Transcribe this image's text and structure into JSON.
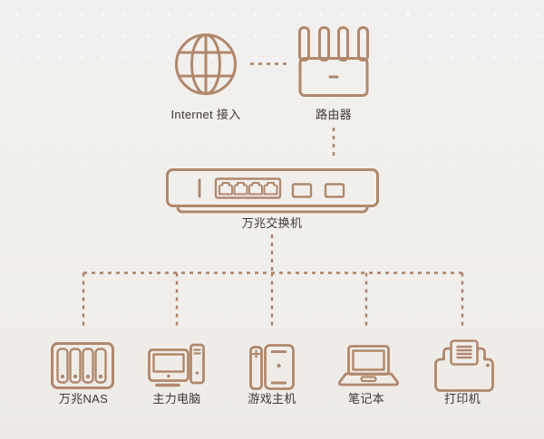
{
  "meta": {
    "title": "Home 10G network topology diagram",
    "diagram_type": "network-topology"
  },
  "colors": {
    "background": "#f1efec",
    "line_copper": "#b1886c",
    "dashed_link": "#ab8168",
    "label_text": "#3b3835"
  },
  "diagram": {
    "internet": {
      "icon": "globe-icon",
      "label": "Internet 接入"
    },
    "router": {
      "icon": "router-icon",
      "label": "路由器"
    },
    "switch": {
      "icon": "switch-icon",
      "label": "万兆交换机",
      "ports": {
        "rj45_count": 4,
        "sfp_count": 2
      }
    },
    "devices": [
      {
        "icon": "nas-icon",
        "label": "万兆NAS"
      },
      {
        "icon": "desktop-computer-icon",
        "label": "主力电脑"
      },
      {
        "icon": "game-console-icon",
        "label": "游戏主机"
      },
      {
        "icon": "laptop-icon",
        "label": "笔记本"
      },
      {
        "icon": "printer-icon",
        "label": "打印机"
      }
    ],
    "links": [
      "internet-to-router",
      "router-to-switch",
      "switch-to-distribution",
      "drop-to-nas",
      "drop-to-desktop",
      "drop-to-console",
      "drop-to-laptop",
      "drop-to-printer"
    ]
  }
}
